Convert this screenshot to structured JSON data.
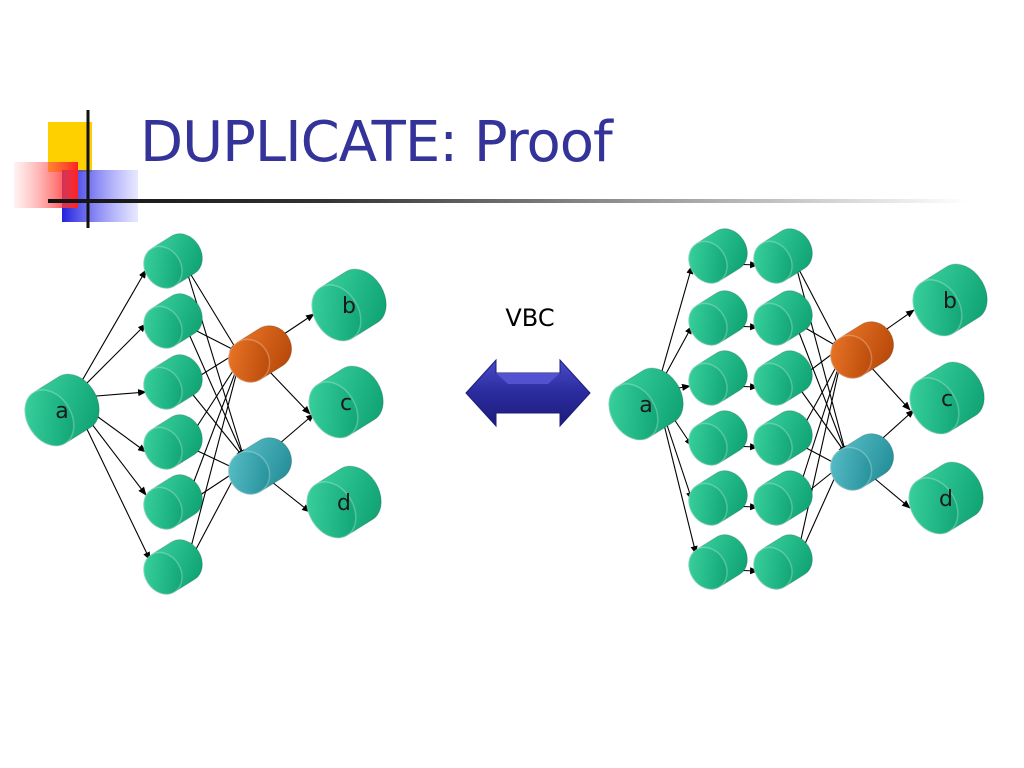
{
  "title": "DUPLICATE: Proof",
  "arrow_label": "VBC",
  "colors": {
    "title": "#333399",
    "node_green": "#15b784",
    "node_orange": "#d4560a",
    "node_teal": "#2fa3ad",
    "arrow_blue": "#2b2b9e",
    "edge": "#000000"
  },
  "left_graph": {
    "labels": {
      "source": "a",
      "sink1": "b",
      "sink2": "c",
      "sink3": "d"
    }
  },
  "right_graph": {
    "labels": {
      "source": "a",
      "sink1": "b",
      "sink2": "c",
      "sink3": "d"
    }
  }
}
